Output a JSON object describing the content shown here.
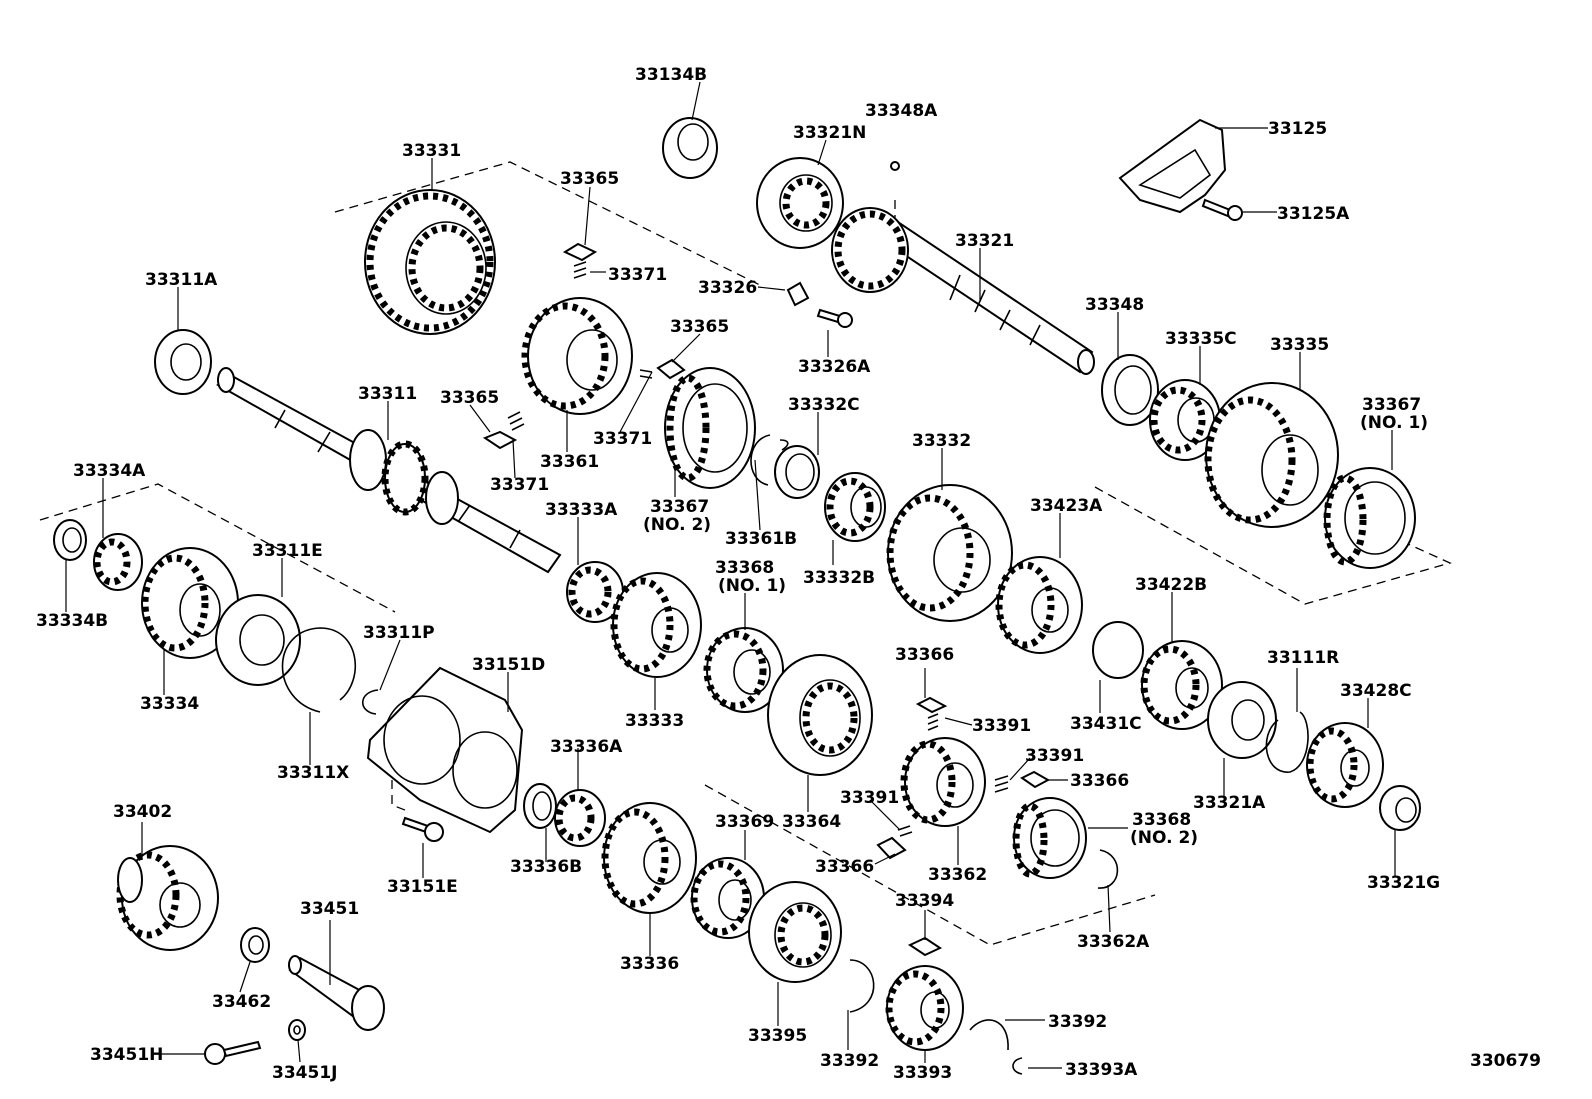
{
  "diagram_id": "330679",
  "labels": {
    "l_33134B": "33134B",
    "l_33348A": "33348A",
    "l_33321N": "33321N",
    "l_33125": "33125",
    "l_33125A": "33125A",
    "l_33331": "33331",
    "l_33365_top": "33365",
    "l_33371_top": "33371",
    "l_33326": "33326",
    "l_33326A": "33326A",
    "l_33321": "33321",
    "l_33311A": "33311A",
    "l_33365_mid": "33365",
    "l_33348": "33348",
    "l_33335C": "33335C",
    "l_33335": "33335",
    "l_33367_1": "33367",
    "l_33367_1_sub": "(NO. 1)",
    "l_33311": "33311",
    "l_33365_left": "33365",
    "l_33371_left": "33371",
    "l_33361": "33361",
    "l_33371_mid": "33371",
    "l_33332C": "33332C",
    "l_33332": "33332",
    "l_33334A": "33334A",
    "l_33333A": "33333A",
    "l_33367_2": "33367",
    "l_33367_2_sub": "(NO. 2)",
    "l_33361B": "33361B",
    "l_33423A": "33423A",
    "l_33311E": "33311E",
    "l_33334B": "33334B",
    "l_33368_1": "33368",
    "l_33368_1_sub": "(NO. 1)",
    "l_33332B": "33332B",
    "l_33422B": "33422B",
    "l_33311P": "33311P",
    "l_33151D": "33151D",
    "l_33366_top": "33366",
    "l_33111R": "33111R",
    "l_33428C": "33428C",
    "l_33334": "33334",
    "l_33333": "33333",
    "l_33391_top": "33391",
    "l_33431C": "33431C",
    "l_33336A": "33336A",
    "l_33311X": "33311X",
    "l_33391_right": "33391",
    "l_33366_right": "33366",
    "l_33321A": "33321A",
    "l_33402": "33402",
    "l_33369": "33369",
    "l_33364": "33364",
    "l_33391_left": "33391",
    "l_33368_2": "33368",
    "l_33368_2_sub": "(NO. 2)",
    "l_33336B": "33336B",
    "l_33366_left": "33366",
    "l_33362": "33362",
    "l_33321G": "33321G",
    "l_33151E": "33151E",
    "l_33394": "33394",
    "l_33451": "33451",
    "l_33362A": "33362A",
    "l_33336": "33336",
    "l_33462": "33462",
    "l_33395": "33395",
    "l_33392_right": "33392",
    "l_33451H": "33451H",
    "l_33392_bottom": "33392",
    "l_33393": "33393",
    "l_33393A": "33393A",
    "l_33451J": "33451J"
  }
}
